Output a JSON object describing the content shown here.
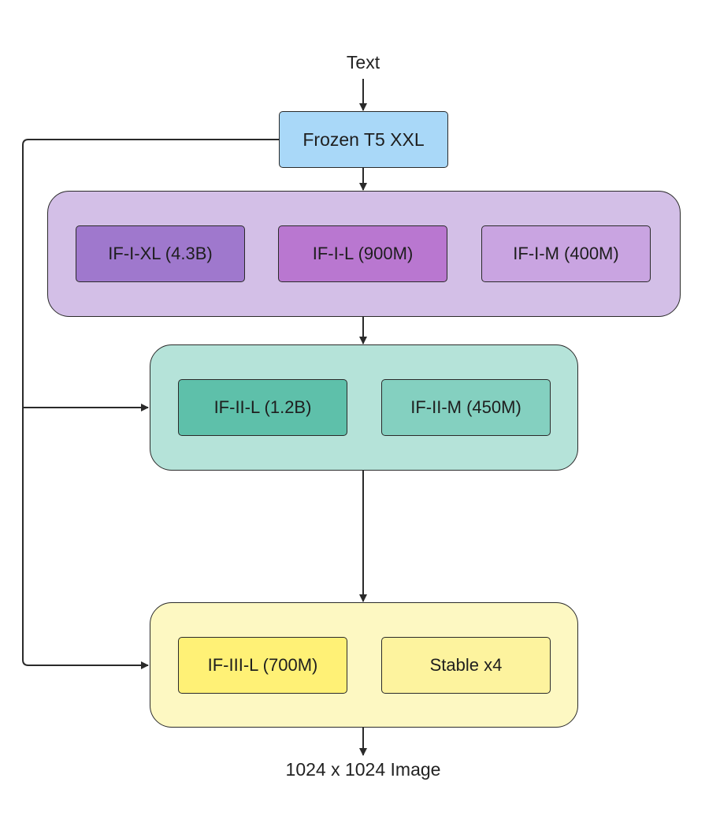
{
  "input_label": "Text",
  "output_label": "1024 x 1024 Image",
  "encoder": {
    "label": "Frozen T5 XXL",
    "color": "#a9d8f8"
  },
  "stage1": {
    "color": "#d3bfe7",
    "models": [
      {
        "label": "IF-I-XL (4.3B)",
        "color": "#9f78cd"
      },
      {
        "label": "IF-I-L (900M)",
        "color": "#b977d0"
      },
      {
        "label": "IF-I-M (400M)",
        "color": "#c9a4e1"
      }
    ]
  },
  "stage2": {
    "color": "#b5e3d9",
    "models": [
      {
        "label": "IF-II-L (1.2B)",
        "color": "#5ec0aa"
      },
      {
        "label": "IF-II-M (450M)",
        "color": "#84d0c0"
      }
    ]
  },
  "stage3": {
    "color": "#fdf8c2",
    "models": [
      {
        "label": "IF-III-L (700M)",
        "color": "#fff176"
      },
      {
        "label": "Stable x4",
        "color": "#fdf39e"
      }
    ]
  }
}
